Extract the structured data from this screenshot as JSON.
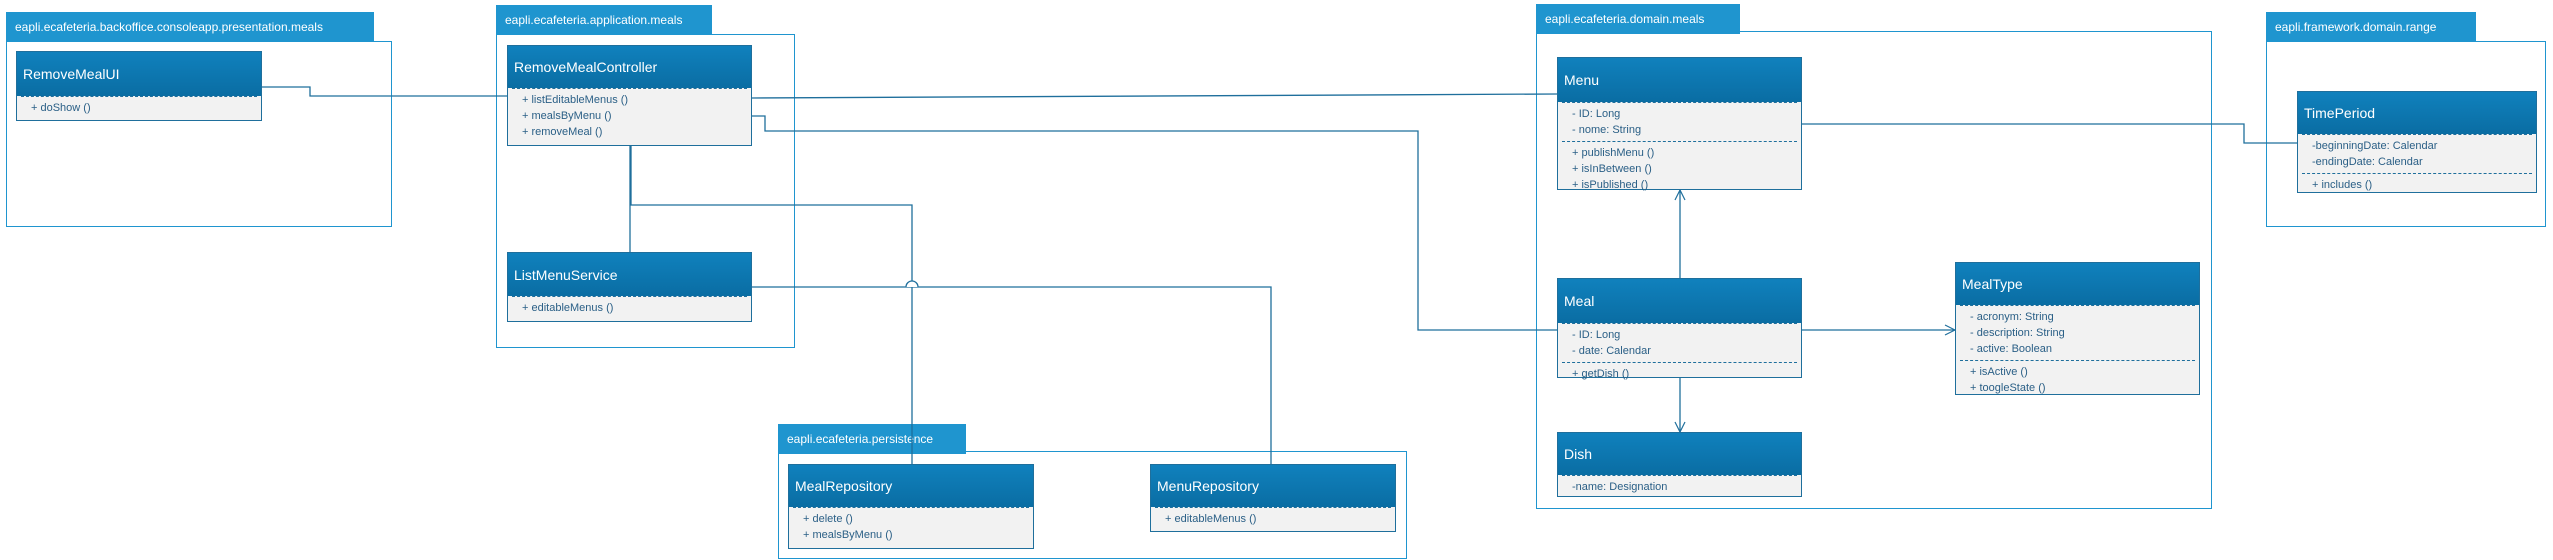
{
  "packages": {
    "presentation": {
      "name": "eapli.ecafeteria.backoffice.consoleapp.presentation.meals"
    },
    "application": {
      "name": "eapli.ecafeteria.application.meals"
    },
    "domain": {
      "name": "eapli.ecafeteria.domain.meals"
    },
    "range": {
      "name": "eapli.framework.domain.range"
    },
    "persistence": {
      "name": "eapli.ecafeteria.persistence"
    }
  },
  "classes": {
    "remove_meal_ui": {
      "name": "RemoveMealUI",
      "methods": [
        "+ doShow ()"
      ]
    },
    "remove_meal_controller": {
      "name": "RemoveMealController",
      "methods": [
        "+ listEditableMenus ()",
        "+ mealsByMenu ()",
        "+ removeMeal ()"
      ]
    },
    "list_menu_service": {
      "name": "ListMenuService",
      "methods": [
        "+ editableMenus ()"
      ]
    },
    "menu": {
      "name": "Menu",
      "attributes": [
        "- ID: Long",
        "- nome: String"
      ],
      "methods": [
        "+ publishMenu ()",
        "+ isInBetween ()",
        "+ isPublished ()"
      ]
    },
    "meal": {
      "name": "Meal",
      "attributes": [
        "- ID: Long",
        "- date: Calendar"
      ],
      "methods": [
        "+ getDish ()"
      ]
    },
    "dish": {
      "name": "Dish",
      "attributes": [
        "-name: Designation"
      ]
    },
    "meal_type": {
      "name": "MealType",
      "attributes": [
        "- acronym: String",
        "- description: String",
        "- active: Boolean"
      ],
      "methods": [
        "+ isActive ()",
        "+ toogleState ()"
      ]
    },
    "time_period": {
      "name": "TimePeriod",
      "attributes": [
        "-beginningDate: Calendar",
        "-endingDate: Calendar"
      ],
      "methods": [
        "+ includes ()"
      ]
    },
    "meal_repository": {
      "name": "MealRepository",
      "methods": [
        "+ delete ()",
        "+ mealsByMenu ()"
      ]
    },
    "menu_repository": {
      "name": "MenuRepository",
      "methods": [
        "+ editableMenus ()"
      ]
    }
  },
  "colors": {
    "package": "#1f95cf",
    "class_header": "#0a72a8",
    "class_body": "#f2f2f2",
    "text": "#2a5f86",
    "line": "#1f6f9c"
  }
}
